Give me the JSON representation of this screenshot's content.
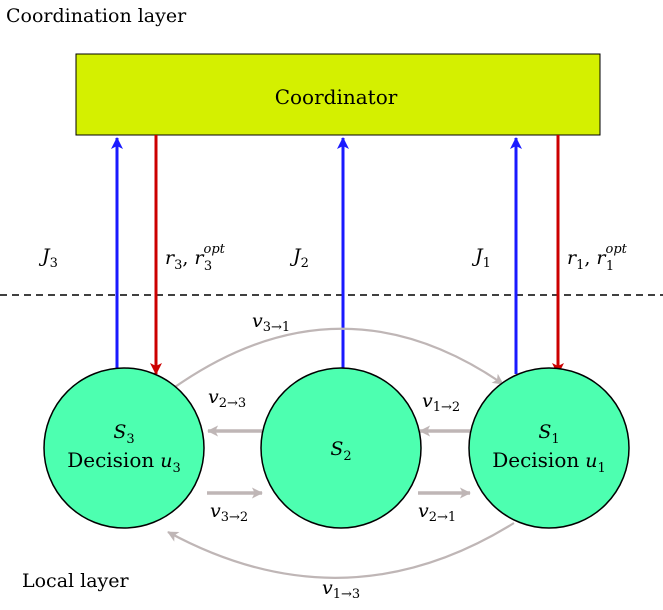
{
  "layers": {
    "coordination_label": "Coordination layer",
    "local_label": "Local layer"
  },
  "coordinator": {
    "label": "Coordinator",
    "fill": "#d4f000"
  },
  "nodes": [
    {
      "id": "S3",
      "name": "S",
      "index": "3",
      "decision_text": "Decision",
      "decision_var": "u",
      "decision_index": "3"
    },
    {
      "id": "S2",
      "name": "S",
      "index": "2"
    },
    {
      "id": "S1",
      "name": "S",
      "index": "1",
      "decision_text": "Decision",
      "decision_var": "u",
      "decision_index": "1"
    }
  ],
  "upward_labels": [
    {
      "var": "J",
      "index": "3"
    },
    {
      "var": "J",
      "index": "2"
    },
    {
      "var": "J",
      "index": "1"
    }
  ],
  "downward_labels": [
    {
      "var": "r",
      "index": "3",
      "sep": ",",
      "opt_var": "r",
      "opt_index": "3",
      "opt_sup": "opt"
    },
    {
      "var": "r",
      "index": "1",
      "sep": ",",
      "opt_var": "r",
      "opt_index": "1",
      "opt_sup": "opt"
    }
  ],
  "flows": [
    {
      "var": "v",
      "index": "3→1"
    },
    {
      "var": "v",
      "index": "2→3"
    },
    {
      "var": "v",
      "index": "1→2"
    },
    {
      "var": "v",
      "index": "3→2"
    },
    {
      "var": "v",
      "index": "2→1"
    },
    {
      "var": "v",
      "index": "1→3"
    }
  ],
  "colors": {
    "node_fill": "#4dffb0",
    "upward_arrow": "#1a1aff",
    "downward_arrow": "#cc0000",
    "flow_arrow": "#bfb6b6",
    "separator": "#000000"
  }
}
